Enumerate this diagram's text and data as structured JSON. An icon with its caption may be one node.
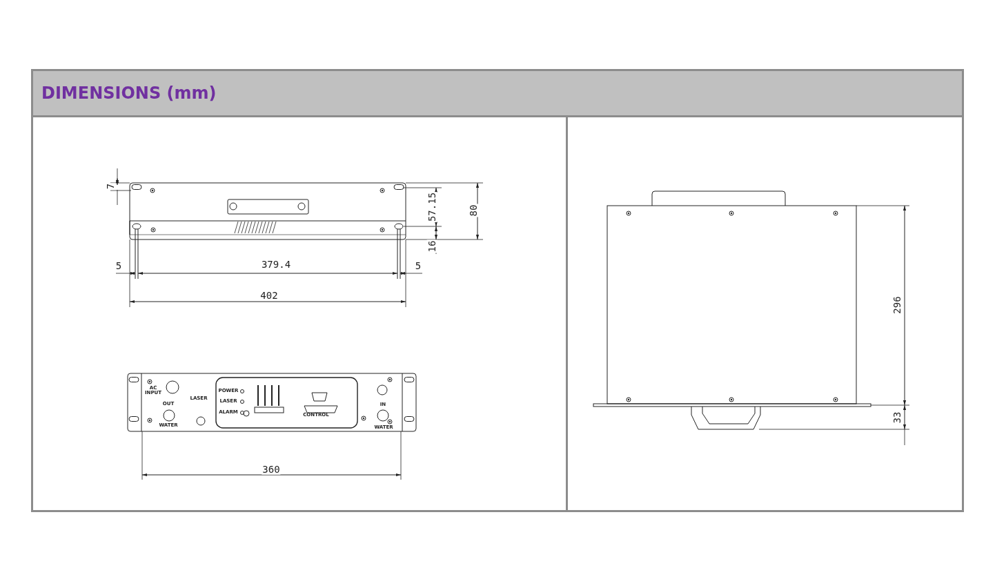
{
  "diagram": {
    "title": "DIMENSIONS (mm)",
    "labels": [
      "7",
      "57.15",
      "80",
      "16",
      "5",
      "379.4",
      "5",
      "402",
      "296",
      "33",
      "AC INPUT",
      "LASER",
      "POWER",
      "LASER",
      "ALARM",
      "CONTROL",
      "OUT",
      "IN",
      "WATER",
      "WATER",
      "360"
    ]
  }
}
